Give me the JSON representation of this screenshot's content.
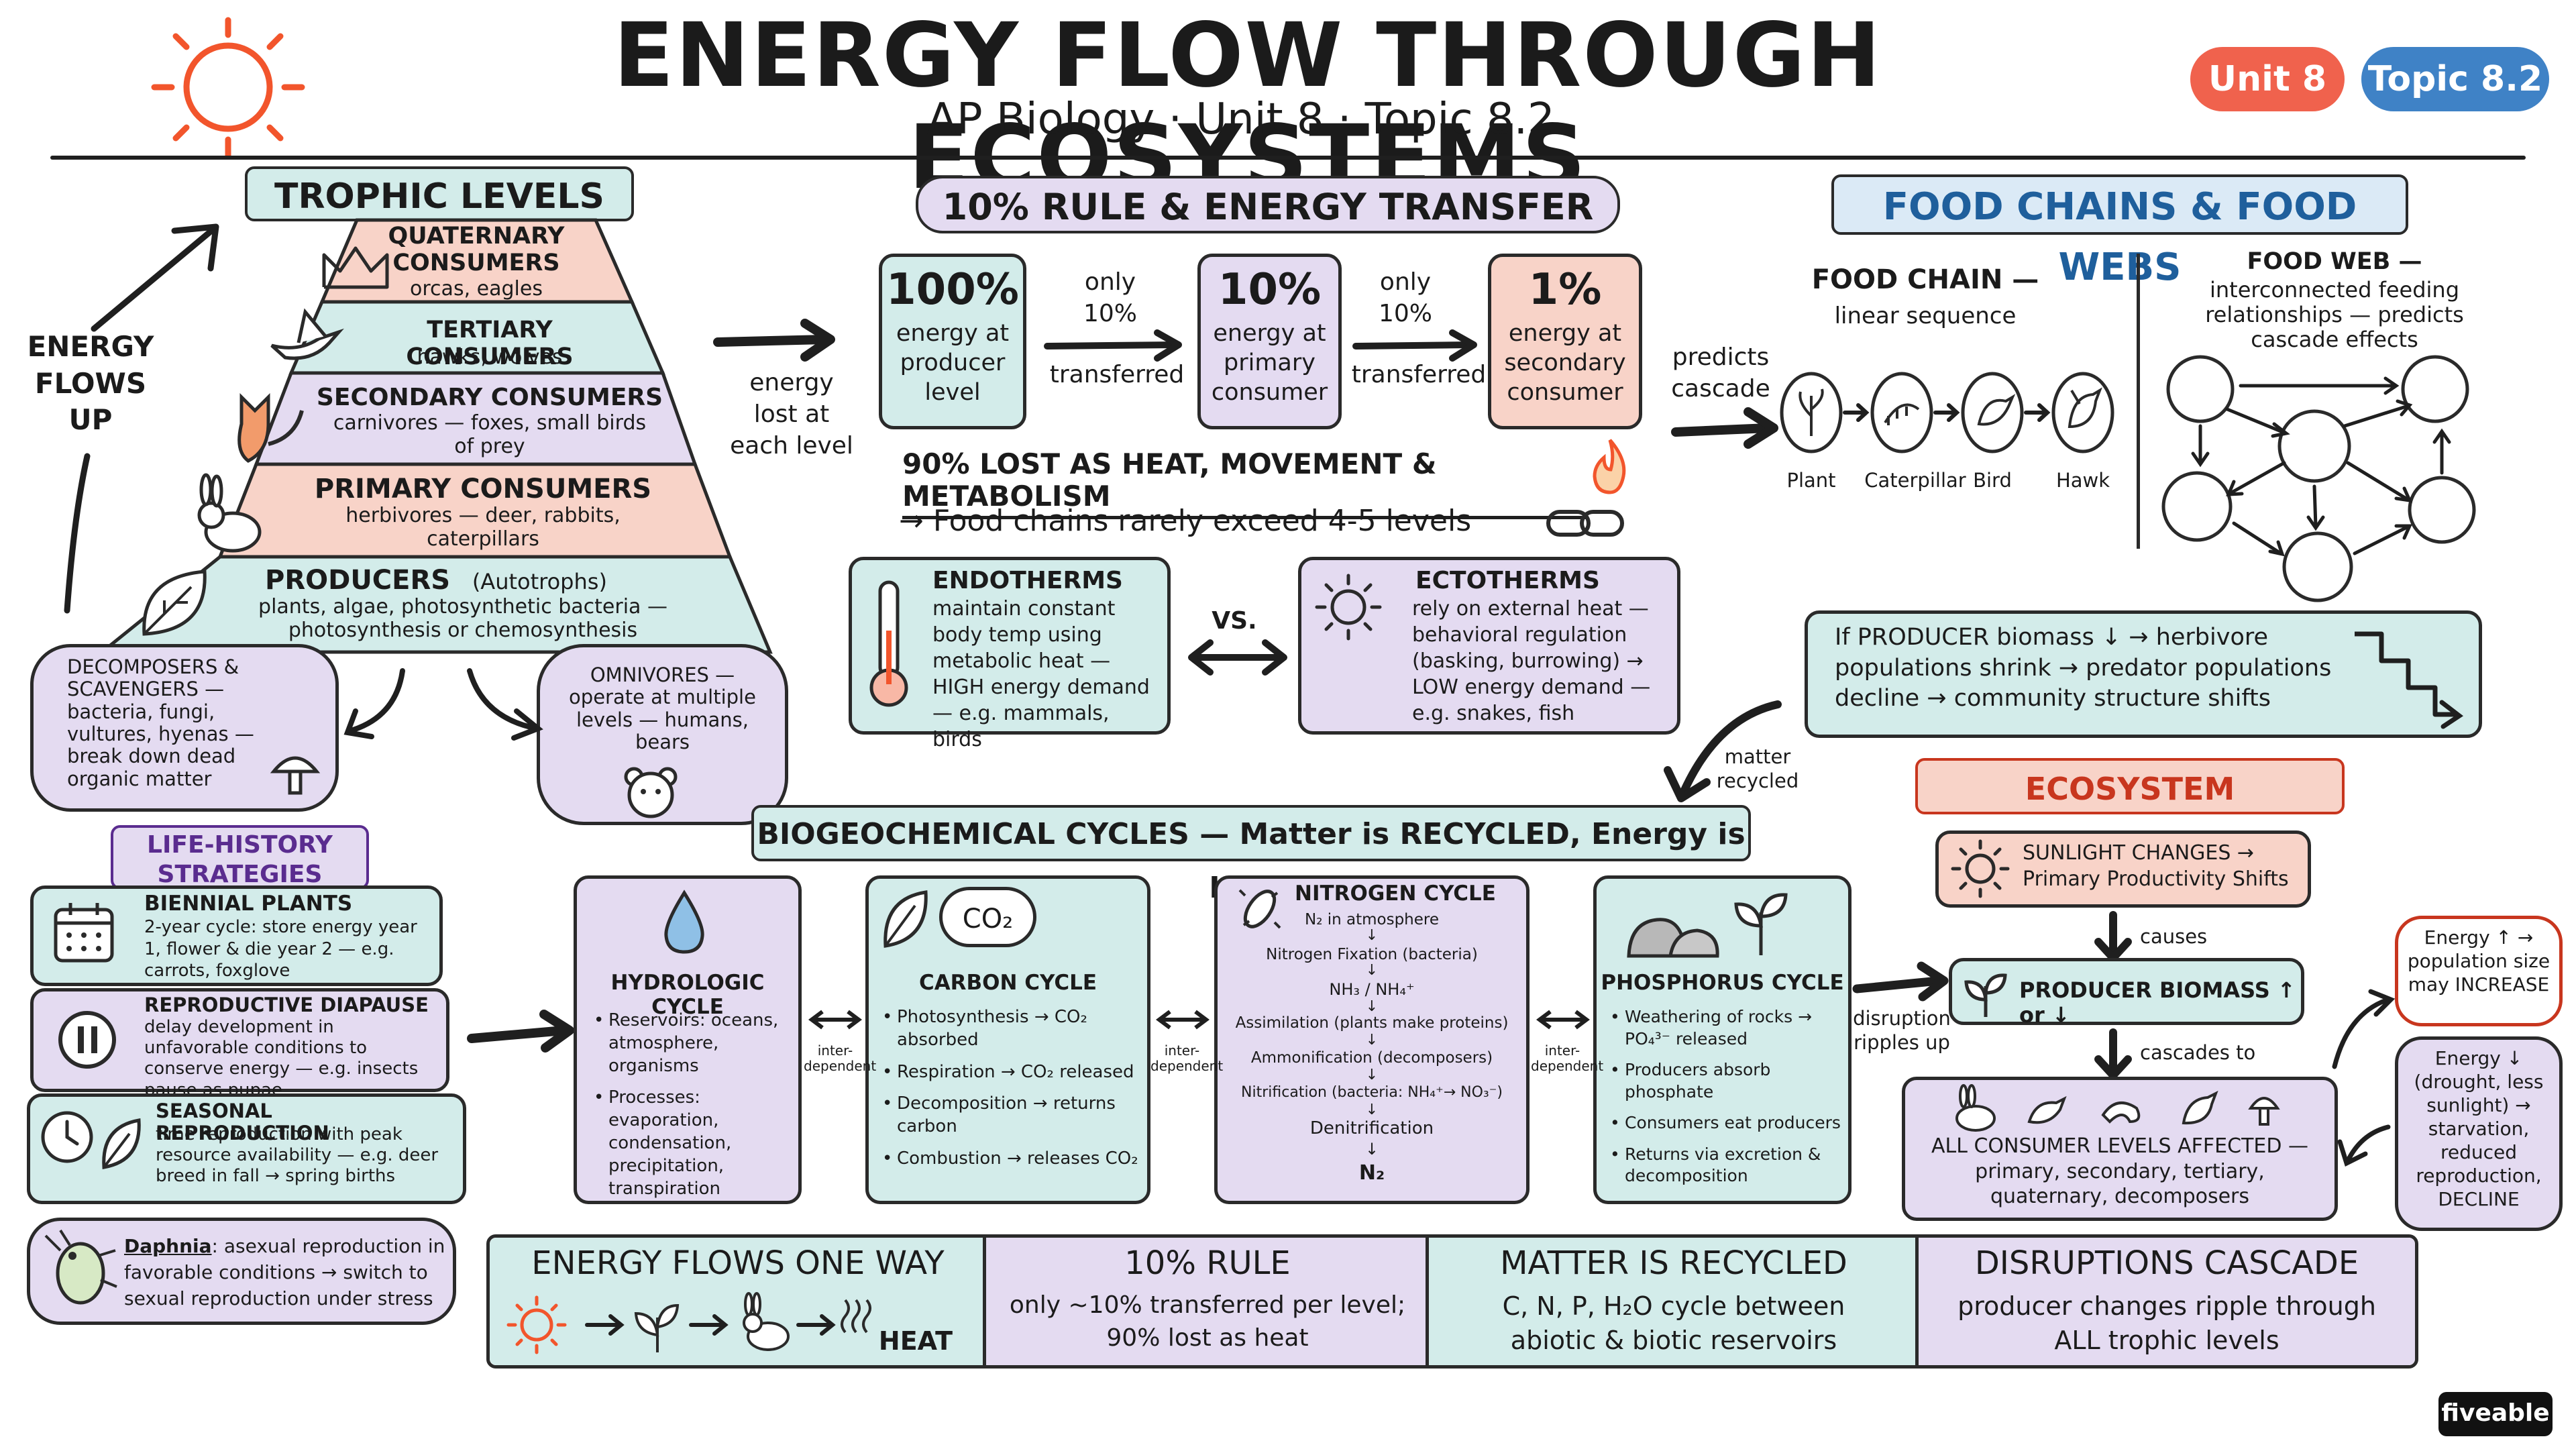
{
  "header": {
    "title": "ENERGY FLOW THROUGH ECOSYSTEMS",
    "subtitle": "AP Biology · Unit 8 · Topic 8.2",
    "badge_unit": "Unit 8",
    "badge_topic": "Topic 8.2"
  },
  "trophic": {
    "heading": "TROPHIC LEVELS",
    "side_label": [
      "ENERGY",
      "FLOWS",
      "UP"
    ],
    "levels": [
      {
        "name": "QUATERNARY CONSUMERS",
        "desc": "orcas, eagles",
        "icon": "crown-icon"
      },
      {
        "name": "TERTIARY CONSUMERS",
        "desc": "hawks, wolves",
        "icon": "bird-icon"
      },
      {
        "name": "SECONDARY CONSUMERS",
        "desc": "carnivores — foxes, small birds of prey",
        "icon": "fox-icon"
      },
      {
        "name": "PRIMARY CONSUMERS",
        "desc": "herbivores — deer, rabbits, caterpillars",
        "icon": "rabbit-icon"
      },
      {
        "name": "PRODUCERS",
        "name_extra": "(Autotrophs)",
        "desc": "plants, algae, photosynthetic bacteria — photosynthesis or chemosynthesis",
        "icon": "leaf-icon"
      }
    ],
    "decomposers": "DECOMPOSERS & SCAVENGERS — bacteria, fungi, vultures, hyenas — break down dead organic matter",
    "omnivores": "OMNIVORES — operate at multiple levels — humans, bears"
  },
  "rule": {
    "heading": "10% RULE & ENERGY TRANSFER",
    "energy_lost": "energy lost at each level",
    "boxes": [
      {
        "pct": "100%",
        "text": "energy at producer level"
      },
      {
        "pct": "10%",
        "text": "energy at primary consumer"
      },
      {
        "pct": "1%",
        "text": "energy at secondary consumer"
      }
    ],
    "arrow_top": "only 10%",
    "arrow_bottom": "transferred",
    "lost_line": "90% LOST AS HEAT, MOVEMENT & METABOLISM",
    "chains_line": "→ Food chains rarely exceed 4-5 levels",
    "predicts": "predicts cascade"
  },
  "thermo": {
    "endo_title": "ENDOTHERMS",
    "endo_text": "maintain constant body temp using metabolic heat — HIGH energy demand — e.g. mammals, birds",
    "vs": "VS.",
    "ecto_title": "ECTOTHERMS",
    "ecto_text": "rely on external heat — behavioral regulation (basking, burrowing) → LOW energy demand — e.g. snakes, fish"
  },
  "foodweb": {
    "heading": "FOOD CHAINS & FOOD WEBS",
    "chain_title": "FOOD CHAIN —",
    "chain_sub": "linear sequence",
    "chain_items": [
      "Plant",
      "Caterpillar",
      "Bird",
      "Hawk"
    ],
    "web_title": "FOOD WEB —",
    "web_sub": "interconnected feeding relationships — predicts cascade effects"
  },
  "producer_note": "If PRODUCER biomass ↓ → herbivore populations shrink → predator populations decline → community structure shifts",
  "matter_recycled": "matter recycled",
  "life": {
    "heading": "LIFE-HISTORY STRATEGIES",
    "items": [
      {
        "title": "BIENNIAL PLANTS",
        "text": "2-year cycle: store energy year 1, flower & die year 2 — e.g. carrots, foxglove"
      },
      {
        "title": "REPRODUCTIVE DIAPAUSE",
        "text": "delay development in unfavorable conditions to conserve energy — e.g. insects pause as pupae"
      },
      {
        "title": "SEASONAL REPRODUCTION",
        "text": "time reproduction with peak resource availability — e.g. deer breed in fall → spring births"
      }
    ],
    "daphnia_name": "Daphnia",
    "daphnia_text": ": asexual reproduction in favorable conditions → switch to sexual reproduction under stress"
  },
  "cycles": {
    "heading": "BIOGEOCHEMICAL CYCLES — Matter is RECYCLED, Energy is LOST",
    "interdependent": "inter-dependent",
    "hydro": {
      "title": "HYDROLOGIC CYCLE",
      "items": [
        "Reservoirs: oceans, atmosphere, organisms",
        "Processes: evaporation, condensation, precipitation, transpiration"
      ]
    },
    "carbon": {
      "title": "CARBON CYCLE",
      "icon_text": "CO₂",
      "items": [
        "Photosynthesis → CO₂ absorbed",
        "Respiration → CO₂ released",
        "Decomposition → returns carbon",
        "Combustion → releases CO₂"
      ]
    },
    "nitrogen": {
      "title": "NITROGEN CYCLE",
      "steps": [
        "N₂ in atmosphere",
        "Nitrogen Fixation (bacteria)",
        "NH₃ / NH₄⁺",
        "Assimilation (plants make proteins)",
        "Ammonification (decomposers)",
        "Nitrification (bacteria: NH₄⁺→ NO₃⁻)",
        "Denitrification",
        "N₂"
      ]
    },
    "phosphorus": {
      "title": "PHOSPHORUS CYCLE",
      "items": [
        "Weathering of rocks → PO₄³⁻ released",
        "Producers absorb phosphate",
        "Consumers eat producers",
        "Returns via excretion & decomposition"
      ]
    }
  },
  "disrupt": {
    "heading": "ECOSYSTEM DISRUPTIONS",
    "sunlight": "SUNLIGHT CHANGES → Primary Productivity Shifts",
    "causes": "causes",
    "biomass": "PRODUCER BIOMASS ↑ or ↓",
    "cascades": "cascades to",
    "all_levels": "ALL CONSUMER LEVELS AFFECTED — primary, secondary, tertiary, quaternary, decomposers",
    "ripples": "disruption ripples up",
    "energy_up": "Energy ↑ → population size may INCREASE",
    "energy_down": "Energy ↓ (drought, less sunlight) → starvation, reduced reproduction, DECLINE"
  },
  "summary": {
    "one_way_title": "ENERGY FLOWS ONE WAY",
    "heat": "HEAT",
    "rule_title": "10% RULE",
    "rule_text": "only ~10% transferred per level; 90% lost as heat",
    "matter_title": "MATTER IS RECYCLED",
    "matter_text": "C, N, P, H₂O cycle between abiotic & biotic reservoirs",
    "cascade_title": "DISRUPTIONS CASCADE",
    "cascade_text": "producer changes ripple through ALL trophic levels"
  },
  "brand": "fiveable",
  "colors": {
    "teal": "#d3ecea",
    "lavender": "#e4dbf1",
    "pink": "#f8d3c8",
    "badge_red": "#f0624d",
    "badge_blue": "#3f82c6",
    "sun": "#f2552c"
  }
}
